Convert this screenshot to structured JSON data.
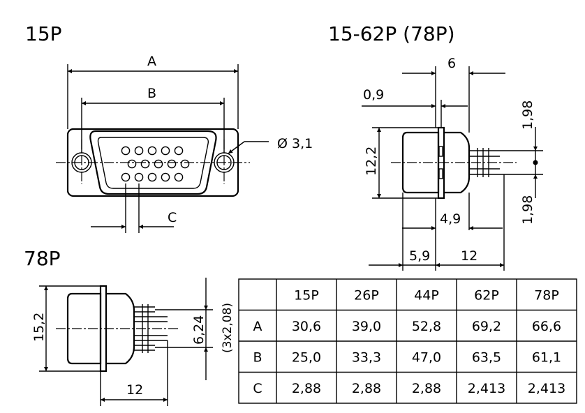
{
  "titles": {
    "p15": "15P",
    "p15_62": "15-62P (78P)",
    "p78": "78P"
  },
  "dims": {
    "a": "A",
    "b": "B",
    "c": "C",
    "hole": "Ø 3,1",
    "six": "6",
    "zero_nine": "0,9",
    "twelve_two": "12,2",
    "pitch_top": "1,98",
    "pitch_bottom": "1,98",
    "four_nine": "4,9",
    "five_nine": "5,9",
    "twelve_side": "12",
    "fifteen_two": "15,2",
    "six_twentyfour": "6,24",
    "three_x": "(3x2,08)",
    "twelve_78": "12"
  },
  "table": {
    "headers": [
      "",
      "15P",
      "26P",
      "44P",
      "62P",
      "78P"
    ],
    "rows": [
      [
        "A",
        "30,6",
        "39,0",
        "52,8",
        "69,2",
        "66,6"
      ],
      [
        "B",
        "25,0",
        "33,3",
        "47,0",
        "63,5",
        "61,1"
      ],
      [
        "C",
        "2,88",
        "2,88",
        "2,88",
        "2,413",
        "2,413"
      ]
    ]
  }
}
